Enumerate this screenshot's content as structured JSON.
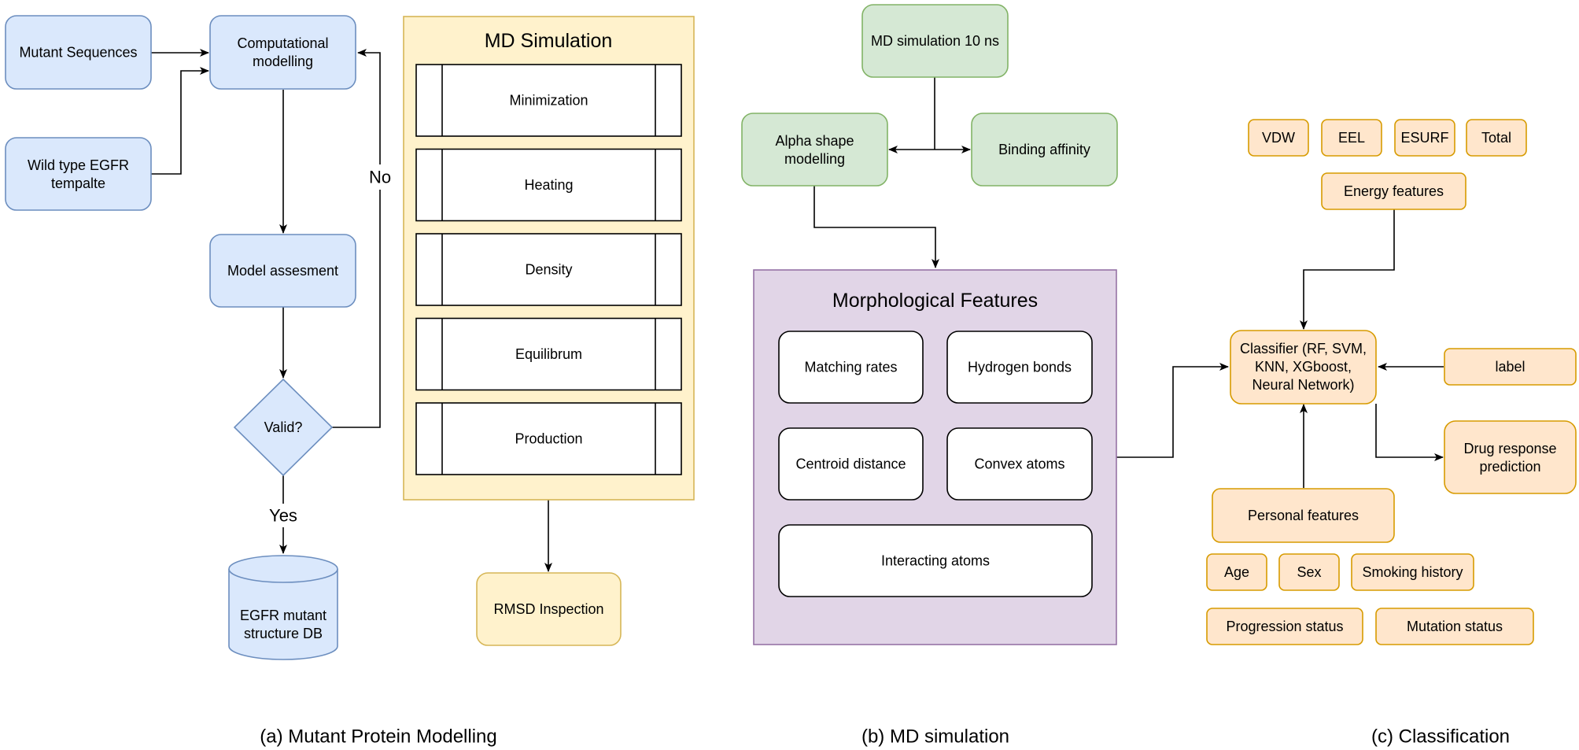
{
  "colors": {
    "blue_fill": "#dae8fc",
    "blue_stroke": "#6c8ebf",
    "yellow_fill": "#fff2cc",
    "yellow_stroke": "#d6b656",
    "green_fill": "#d5e8d4",
    "green_stroke": "#82b366",
    "purple_fill": "#e1d5e7",
    "purple_stroke": "#9673a6",
    "orange_fill": "#ffe6cc",
    "orange_stroke": "#d79b00",
    "line": "#000000"
  },
  "panel_a": {
    "caption": "(a) Mutant Protein Modelling",
    "mutant_sequences": "Mutant Sequences",
    "wild_type": [
      "Wild type EGFR",
      "tempalte"
    ],
    "computational_modelling": [
      "Computational",
      "modelling"
    ],
    "model_assessment": "Model assesment",
    "valid": "Valid?",
    "no_label": "No",
    "yes_label": "Yes",
    "db": [
      "EGFR mutant",
      "structure DB"
    ],
    "md_simulation_title": "MD Simulation",
    "md_steps": [
      "Minimization",
      "Heating",
      "Density",
      "Equilibrum",
      "Production"
    ],
    "rmsd": "RMSD Inspection"
  },
  "panel_b": {
    "caption": "(b) MD simulation",
    "md_10ns": "MD simulation 10 ns",
    "alpha_shape": [
      "Alpha shape",
      "modelling"
    ],
    "binding_affinity": "Binding affinity",
    "morph_title": "Morphological Features",
    "matching_rates": "Matching rates",
    "hydrogen_bonds": "Hydrogen bonds",
    "centroid_distance": "Centroid distance",
    "convex_atoms": "Convex atoms",
    "interacting_atoms": "Interacting atoms"
  },
  "panel_c": {
    "caption": "(c) Classification",
    "energy_items": [
      "VDW",
      "EEL",
      "ESURF",
      "Total"
    ],
    "energy_features": "Energy features",
    "classifier": [
      "Classifier (RF, SVM,",
      "KNN, XGboost,",
      "Neural Network)"
    ],
    "label": "label",
    "drug_response": [
      "Drug response",
      "prediction"
    ],
    "personal_features": "Personal features",
    "personal_items": [
      "Age",
      "Sex",
      "Smoking history",
      "Progression status",
      "Mutation status"
    ]
  }
}
